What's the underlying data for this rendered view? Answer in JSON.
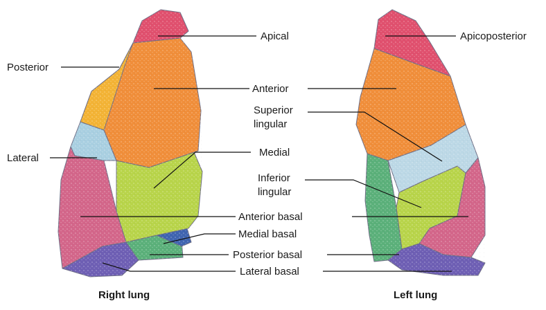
{
  "segment_colors": {
    "apical": "#e0506e",
    "anterior": "#f08e3a",
    "posterior": "#f3b335",
    "lateral": "#a9cfe1",
    "medial": "#b8d44a",
    "anterior_basal": "#d3668a",
    "medial_basal": "#3f64b0",
    "posterior_basal": "#5bb07a",
    "lateral_basal": "#6e5fb4",
    "superior_lingular": "#bcd8e6"
  },
  "right_lung": {
    "caption": "Right lung",
    "labels": {
      "apical": "Apical",
      "posterior": "Posterior",
      "anterior": "Anterior",
      "lateral": "Lateral",
      "medial": "Medial",
      "anterior_basal": "Anterior basal",
      "medial_basal": "Medial basal",
      "posterior_basal": "Posterior basal",
      "lateral_basal": "Lateral basal"
    }
  },
  "left_lung": {
    "caption": "Left lung",
    "labels": {
      "apicoposterior": "Apicoposterior",
      "superior_lingular_1": "Superior",
      "superior_lingular_2": "lingular",
      "inferior_lingular_1": "Inferior",
      "inferior_lingular_2": "lingular"
    }
  }
}
